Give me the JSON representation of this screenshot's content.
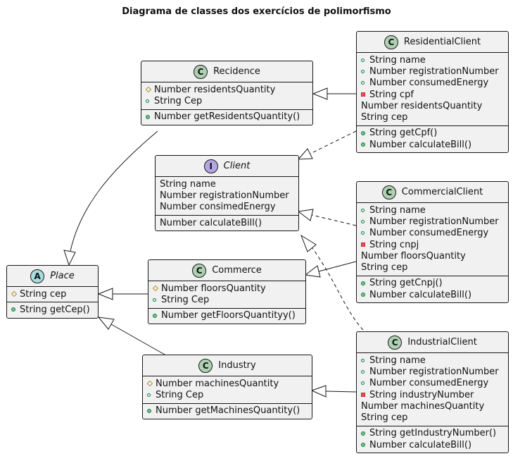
{
  "title": "Diagrama de classes dos exercícios de polimorfismo",
  "classes": {
    "recidence": {
      "badge": "C",
      "name": "Recidence",
      "fields": [
        {
          "vis": "protected",
          "text": "Number residentsQuantity"
        },
        {
          "vis": "public",
          "text": "String Cep"
        }
      ],
      "methods": [
        {
          "vis": "public",
          "text": "Number getResidentsQuantity()"
        }
      ]
    },
    "residential_client": {
      "badge": "C",
      "name": "ResidentialClient",
      "fields": [
        {
          "vis": "public",
          "text": "String name"
        },
        {
          "vis": "public",
          "text": "Number registrationNumber"
        },
        {
          "vis": "public",
          "text": "Number consumedEnergy"
        },
        {
          "vis": "private",
          "text": "String cpf"
        },
        {
          "vis": "none",
          "text": "Number residentsQuantity"
        },
        {
          "vis": "none",
          "text": "String cep"
        }
      ],
      "methods": [
        {
          "vis": "public",
          "text": "String getCpf()"
        },
        {
          "vis": "public",
          "text": "Number calculateBill()"
        }
      ]
    },
    "client": {
      "badge": "I",
      "name": "Client",
      "fields": [
        {
          "vis": "none",
          "text": "String name"
        },
        {
          "vis": "none",
          "text": "Number registrationNumber"
        },
        {
          "vis": "none",
          "text": "Number consimedEnergy"
        }
      ],
      "methods": [
        {
          "vis": "none",
          "text": "Number calculateBill()"
        }
      ]
    },
    "commercial_client": {
      "badge": "C",
      "name": "CommercialClient",
      "fields": [
        {
          "vis": "public",
          "text": "String name"
        },
        {
          "vis": "public",
          "text": "Number registrationNumber"
        },
        {
          "vis": "public",
          "text": "Number consumedEnergy"
        },
        {
          "vis": "private",
          "text": "String cnpj"
        },
        {
          "vis": "none",
          "text": "Number floorsQuantity"
        },
        {
          "vis": "none",
          "text": "String cep"
        }
      ],
      "methods": [
        {
          "vis": "public",
          "text": "String getCnpj()"
        },
        {
          "vis": "public",
          "text": "Number calculateBill()"
        }
      ]
    },
    "place": {
      "badge": "A",
      "name": "Place",
      "fields": [
        {
          "vis": "protected",
          "text": "String cep"
        }
      ],
      "methods": [
        {
          "vis": "public",
          "text": "String getCep()"
        }
      ]
    },
    "commerce": {
      "badge": "C",
      "name": "Commerce",
      "fields": [
        {
          "vis": "protected",
          "text": "Number floorsQuantity"
        },
        {
          "vis": "public",
          "text": "String Cep"
        }
      ],
      "methods": [
        {
          "vis": "public",
          "text": "Number getFloorsQuantityy()"
        }
      ]
    },
    "industrial_client": {
      "badge": "C",
      "name": "IndustrialClient",
      "fields": [
        {
          "vis": "public",
          "text": "String name"
        },
        {
          "vis": "public",
          "text": "Number registrationNumber"
        },
        {
          "vis": "public",
          "text": "Number consumedEnergy"
        },
        {
          "vis": "private",
          "text": "String industryNumber"
        },
        {
          "vis": "none",
          "text": "Number machinesQuantity"
        },
        {
          "vis": "none",
          "text": "String cep"
        }
      ],
      "methods": [
        {
          "vis": "public",
          "text": "String getIndustryNumber()"
        },
        {
          "vis": "public",
          "text": "Number calculateBill()"
        }
      ]
    },
    "industry": {
      "badge": "C",
      "name": "Industry",
      "fields": [
        {
          "vis": "protected",
          "text": "Number machinesQuantity"
        },
        {
          "vis": "public",
          "text": "String Cep"
        }
      ],
      "methods": [
        {
          "vis": "public",
          "text": "Number getMachinesQuantity()"
        }
      ]
    }
  }
}
